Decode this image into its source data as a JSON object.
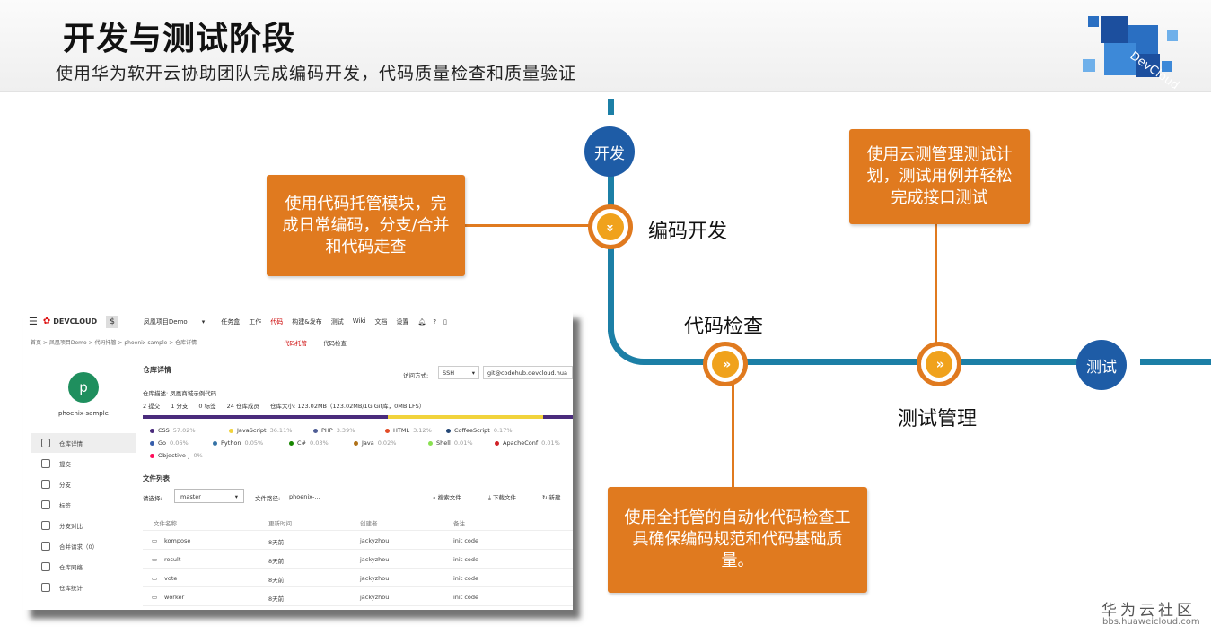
{
  "slide": {
    "title": "开发与测试阶段",
    "subtitle": "使用华为软开云协助团队完成编码开发，代码质量检查和质量验证",
    "logo_text": "DevCloud"
  },
  "nodes": {
    "kaifa": "开发",
    "ceshi": "测试",
    "code_dev": "编码开发",
    "code_check": "代码检查",
    "test_mgmt": "测试管理"
  },
  "boxes": {
    "box1": "使用代码托管模块，完成日常编码，分支/合并和代码走查",
    "box2": "使用云测管理测试计划，测试用例并轻松完成接口测试",
    "box3": "使用全托管的自动化代码检查工具确保编码规范和代码基础质量。"
  },
  "screenshot": {
    "brand": "DEVCLOUD",
    "project": "凤凰项目Demo",
    "menu": [
      "任务盒",
      "工作",
      "代码",
      "构建&发布",
      "测试",
      "Wiki",
      "文档",
      "设置"
    ],
    "breadcrumb": "首页 > 凤凰项目Demo > 代码托管 > phoenix-sample > 仓库详情",
    "subtabs": [
      "代码托管",
      "代码检查"
    ],
    "repo": {
      "avatar": "p",
      "name": "phoenix-sample"
    },
    "nav": [
      "仓库详情",
      "提交",
      "分支",
      "标签",
      "分支对比",
      "合并请求（0）",
      "仓库网络",
      "仓库统计"
    ],
    "detail": {
      "title": "仓库详情",
      "access_label": "访问方式:",
      "access_value": "SSH",
      "url": "git@codehub.devcloud.hua",
      "desc": "仓库描述: 凤凰商城示例代码",
      "stats": [
        "2 提交",
        "1 分支",
        "0 标签",
        "24 仓库成员",
        "仓库大小: 123.02MB（123.02MB/1G Git库，0MB LFS）"
      ]
    },
    "languages": [
      {
        "name": "CSS",
        "pct": "57.02%",
        "color": "#4a2b7c"
      },
      {
        "name": "JavaScript",
        "pct": "36.11%",
        "color": "#f1d33c"
      },
      {
        "name": "PHP",
        "pct": "3.39%",
        "color": "#4f5d95"
      },
      {
        "name": "HTML",
        "pct": "3.12%",
        "color": "#e34c26"
      },
      {
        "name": "CoffeeScript",
        "pct": "0.17%",
        "color": "#244776"
      },
      {
        "name": "Go",
        "pct": "0.06%",
        "color": "#375eab"
      },
      {
        "name": "Python",
        "pct": "0.05%",
        "color": "#3572a5"
      },
      {
        "name": "C#",
        "pct": "0.03%",
        "color": "#178600"
      },
      {
        "name": "Java",
        "pct": "0.02%",
        "color": "#b07219"
      },
      {
        "name": "Shell",
        "pct": "0.01%",
        "color": "#89e051"
      },
      {
        "name": "ApacheConf",
        "pct": "0.01%",
        "color": "#d12127"
      },
      {
        "name": "Objective-J",
        "pct": "0%",
        "color": "#ff0c5a"
      }
    ],
    "files": {
      "title": "文件列表",
      "branch_label": "请选择:",
      "branch": "master",
      "path_label": "文件路径:",
      "path": "phoenix-...",
      "search": "搜索文件",
      "download": "下载文件",
      "new": "新建",
      "columns": [
        "文件名称",
        "更新时间",
        "创建者",
        "备注"
      ],
      "rows": [
        [
          "kompose",
          "8天前",
          "jackyzhou",
          "init code"
        ],
        [
          "result",
          "8天前",
          "jackyzhou",
          "init code"
        ],
        [
          "vote",
          "8天前",
          "jackyzhou",
          "init code"
        ],
        [
          "worker",
          "8天前",
          "jackyzhou",
          "init code"
        ]
      ]
    }
  },
  "footer": {
    "community": "华为云社区",
    "url": "bbs.huaweicloud.com"
  },
  "colors": {
    "orange": "#e07a1f",
    "blue_line": "#1c7fa6",
    "blue_node": "#1e5ca6"
  }
}
